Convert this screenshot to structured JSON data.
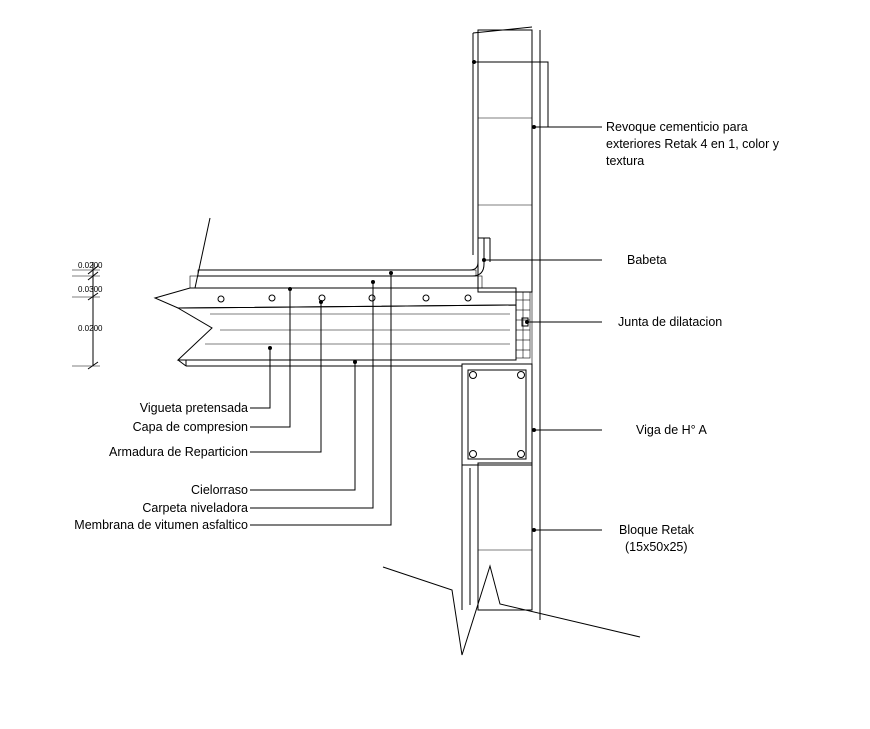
{
  "labels_left": [
    "Vigueta pretensada",
    "Capa de compresion",
    "Armadura de Reparticion",
    "Cielorraso",
    "Carpeta niveladora",
    "Membrana de vitumen asfaltico"
  ],
  "labels_right": {
    "revoque": [
      "Revoque cementicio para",
      "exteriores Retak 4 en 1, color y",
      "textura"
    ],
    "babeta": "Babeta",
    "junta": "Junta de dilatacion",
    "viga": "Viga de H° A",
    "bloque": [
      "Bloque Retak",
      "(15x50x25)"
    ]
  },
  "dimensions": [
    "0.0200",
    "0.0300",
    "0.0200"
  ]
}
